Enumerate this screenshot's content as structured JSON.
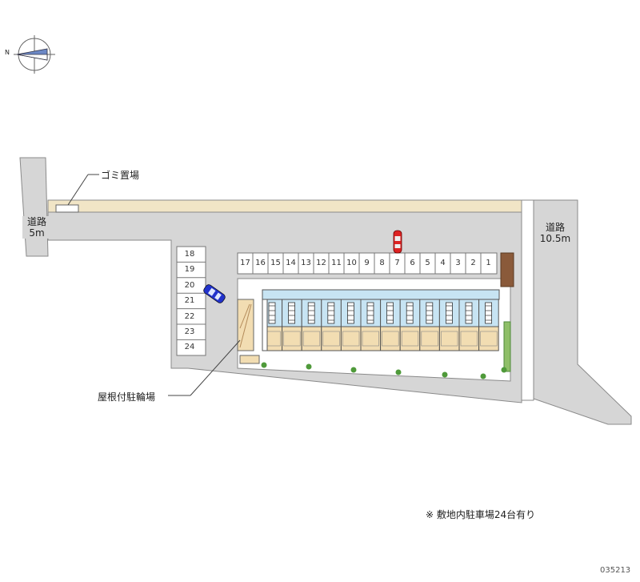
{
  "labels": {
    "garbage": "ゴミ置場",
    "bicycle": "屋根付駐輪場",
    "road_left": "道路",
    "road_left_width": "5m",
    "road_right": "道路",
    "road_right_width": "10.5m",
    "note": "※ 敷地内駐車場24台有り",
    "code": "035213"
  },
  "compass": {
    "north_label": "N"
  },
  "parking": {
    "top_row": [
      "17",
      "16",
      "15",
      "14",
      "13",
      "12",
      "11",
      "10",
      "9",
      "8",
      "7",
      "6",
      "5",
      "4",
      "3",
      "2",
      "1"
    ],
    "left_col": [
      "18",
      "19",
      "20",
      "21",
      "22",
      "23",
      "24"
    ]
  },
  "colors": {
    "ground": "#d6d6d6",
    "road": "#d6d6d6",
    "sidewalk": "#f1e5c6",
    "building_front": "#f2ddb2",
    "building_blue": "#c7e4f3",
    "tree": "#4f9a3a"
  }
}
